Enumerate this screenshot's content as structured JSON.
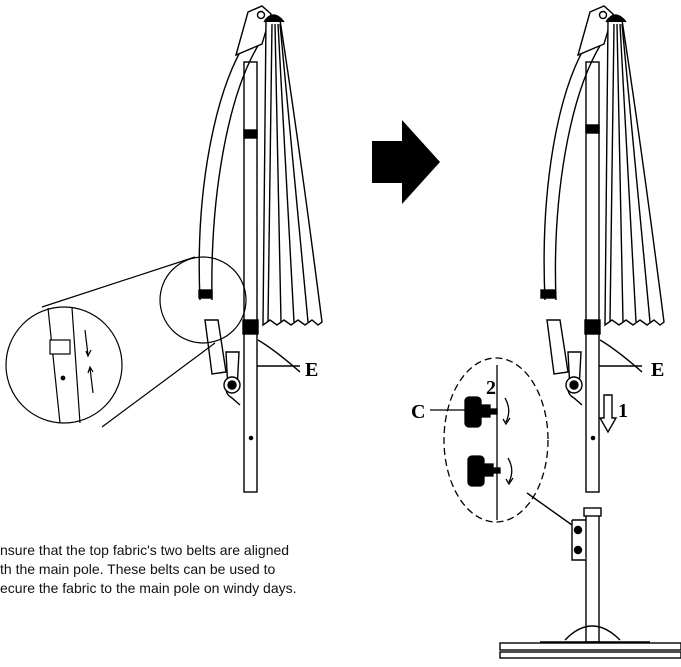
{
  "labels": {
    "e_left": "E",
    "e_right": "E",
    "c": "C",
    "step_1": "1",
    "step_2": "2"
  },
  "caption": {
    "line1": "nsure that the top fabric's two belts are aligned",
    "line2": "th the main pole. These belts can be used to",
    "line3": "ecure the fabric to the main pole on windy days."
  },
  "colors": {
    "ink": "#000000",
    "paper": "#ffffff"
  }
}
